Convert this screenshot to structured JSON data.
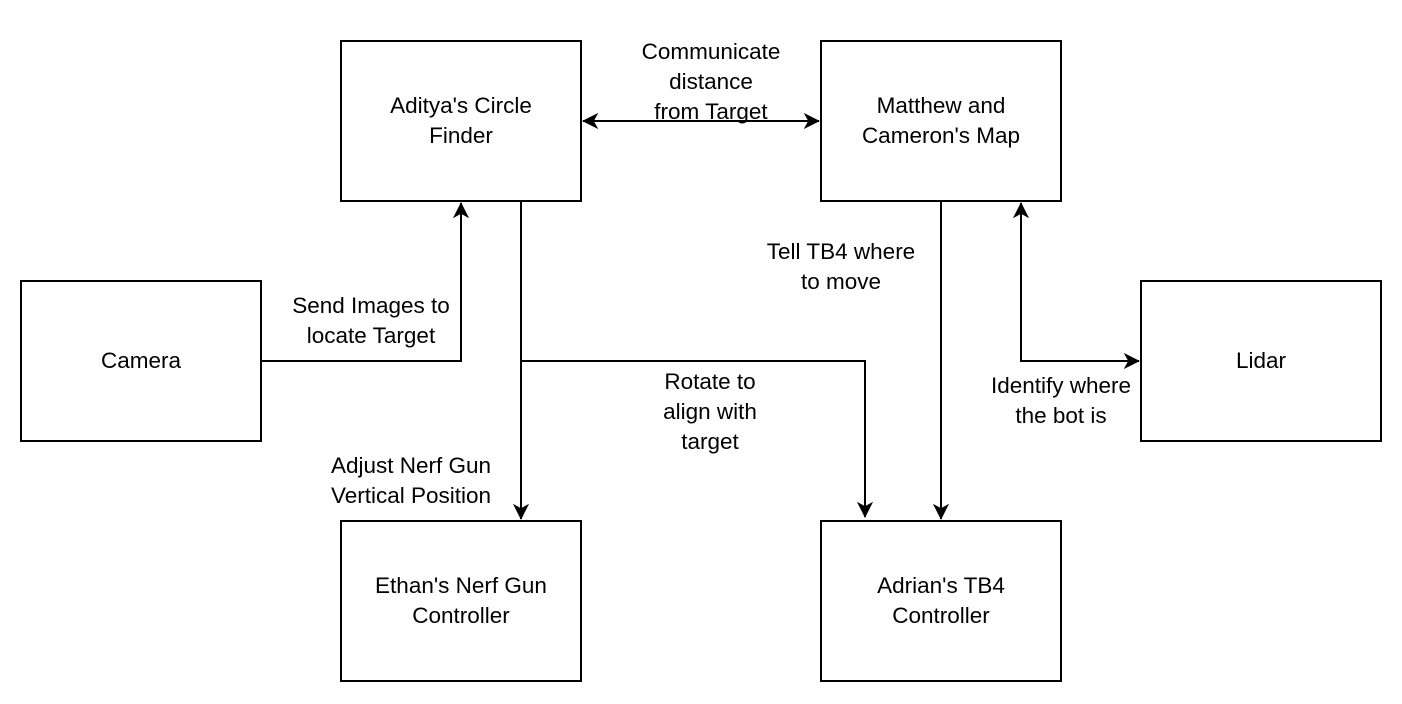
{
  "nodes": {
    "circle_finder": "Aditya's Circle Finder",
    "map": "Matthew and Cameron's Map",
    "camera": "Camera",
    "lidar": "Lidar",
    "nerf_controller": "Ethan's Nerf Gun Controller",
    "tb4_controller": "Adrian's TB4 Controller"
  },
  "edges": {
    "communicate": "Communicate\ndistance\nfrom Target",
    "send_images": "Send Images to\nlocate Target",
    "tell_tb4": "Tell TB4 where\nto move",
    "rotate": "Rotate to\nalign with\ntarget",
    "adjust_nerf": "Adjust Nerf Gun\nVertical Position",
    "identify": "Identify where\nthe bot is"
  },
  "colors": {
    "stroke": "#000000",
    "background": "#ffffff"
  }
}
